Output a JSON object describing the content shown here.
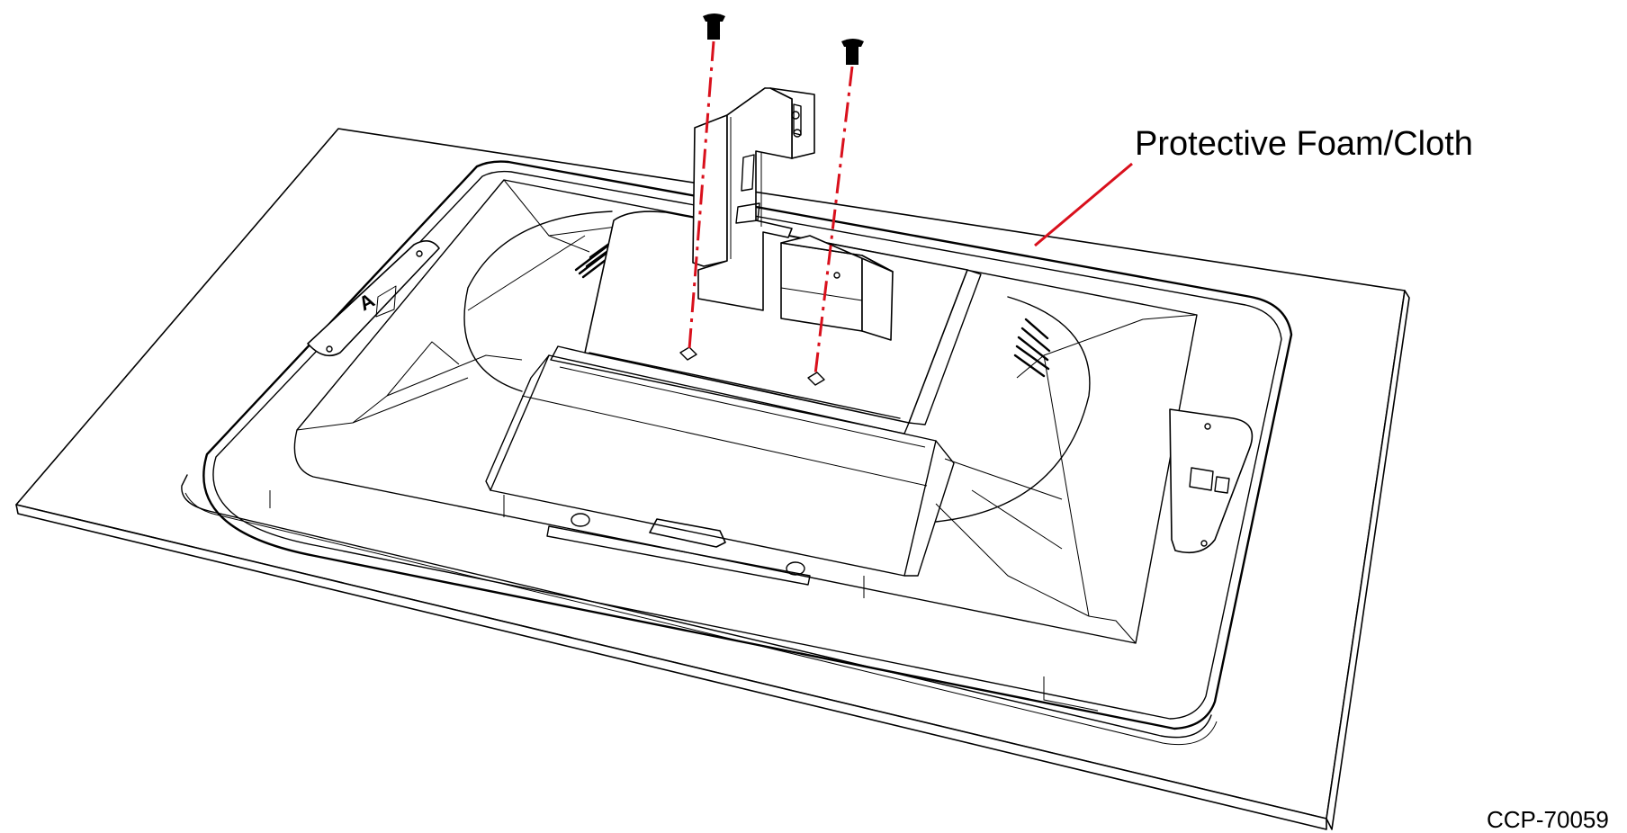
{
  "callout": {
    "label": "Protective Foam/Cloth",
    "color": "#d9101c"
  },
  "figure_id": "CCP-70059",
  "panel_marking": "A",
  "parts": {
    "screws": [
      "screw-icon",
      "screw-icon"
    ],
    "bracket": "mounting-bracket",
    "display": "display-back-housing",
    "pad": "protective-foam-cloth"
  },
  "colors": {
    "line": "#000000",
    "guide": "#d9101c",
    "background": "#ffffff"
  }
}
